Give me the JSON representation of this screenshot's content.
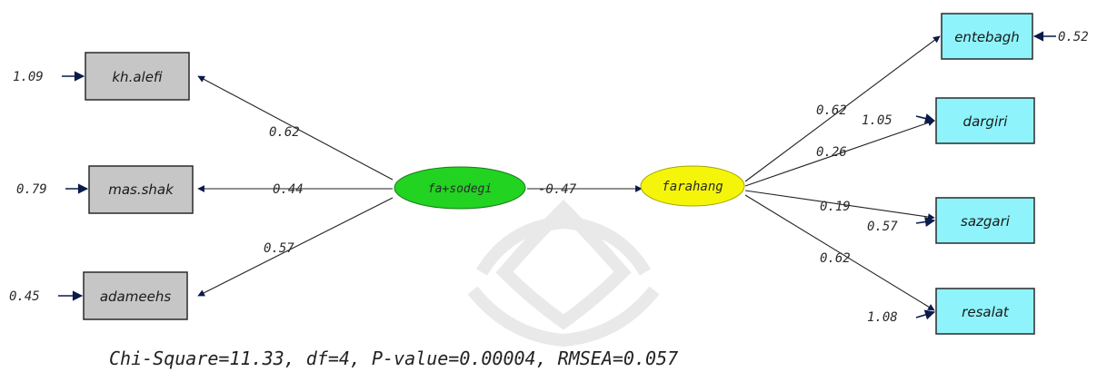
{
  "latent": {
    "left": {
      "label": "fa+sodegi",
      "color": "#22d322"
    },
    "right": {
      "label": "farahang",
      "color": "#f5f50a"
    }
  },
  "observed_left": [
    {
      "label": "kh.alefi",
      "error": "1.09",
      "loading": "0.62"
    },
    {
      "label": "mas.shak",
      "error": "0.79",
      "loading": "0.44"
    },
    {
      "label": "adameehs",
      "error": "0.45",
      "loading": "0.57"
    }
  ],
  "observed_right": [
    {
      "label": "entebagh",
      "error": "0.52",
      "loading": "0.62"
    },
    {
      "label": "dargiri",
      "error": "1.05",
      "loading": "0.26"
    },
    {
      "label": "sazgari",
      "error": "0.57",
      "loading": "0.19"
    },
    {
      "label": "resalat",
      "error": "1.08",
      "loading": "0.62"
    }
  ],
  "structural_path": "-0.47",
  "fit_caption": "Chi-Square=11.33, df=4, P-value=0.00004, RMSEA=0.057",
  "colors": {
    "observed_left": "#c6c6c6",
    "observed_right": "#8ff3fb"
  }
}
